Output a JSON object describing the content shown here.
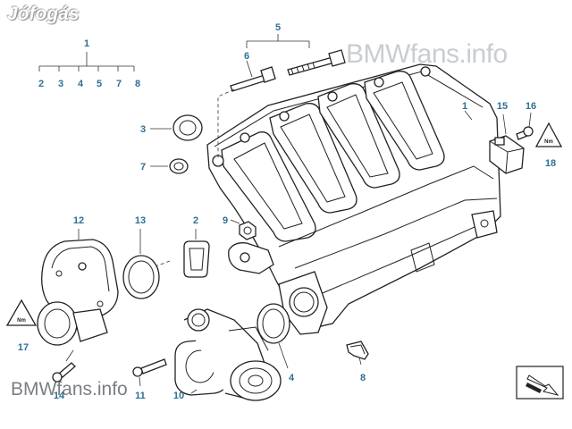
{
  "watermarks": {
    "logo": "Jófogás",
    "top": "BMWfans.info",
    "bottom": "BMWfans.info"
  },
  "callouts": {
    "group_1": "1",
    "sub_2": "2",
    "sub_3": "3",
    "sub_4": "4",
    "sub_5": "5",
    "sub_7": "7",
    "sub_8": "8",
    "group_5": "5",
    "p6": "6",
    "p1": "1",
    "p3": "3",
    "p7": "7",
    "p15": "15",
    "p16": "16",
    "p18": "18",
    "p12": "12",
    "p13": "13",
    "p2": "2",
    "p9": "9",
    "p17": "17",
    "p10": "10",
    "p11": "11",
    "p14": "14",
    "p4": "4",
    "p8": "8"
  },
  "colors": {
    "callout": "#2f6f93",
    "line": "#222222",
    "watermark": "#c9cdd2"
  }
}
